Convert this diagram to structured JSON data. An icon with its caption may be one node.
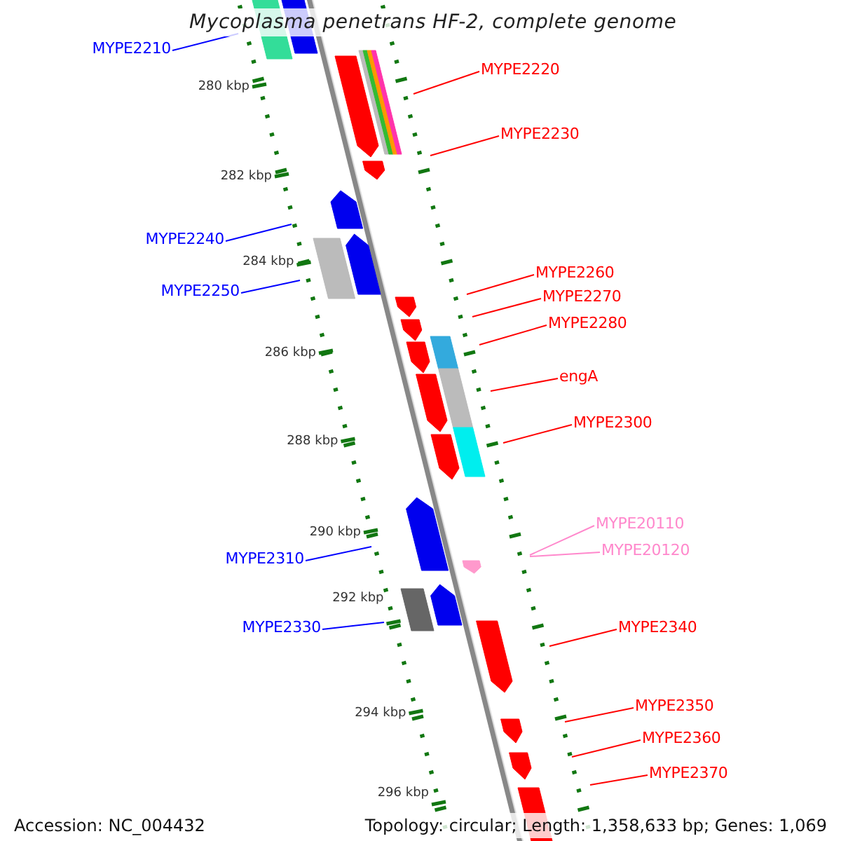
{
  "diagram": {
    "title": "Mycoplasma penetrans HF-2, complete genome",
    "nodes": [
      {
        "text": [
          "MYPE2210"
        ]
      },
      {
        "text": [
          "MYPE2220"
        ]
      },
      {
        "text": [
          "MYPE2230"
        ]
      },
      {
        "text": [
          "MYPE2240"
        ]
      },
      {
        "text": [
          "MYPE2250"
        ]
      },
      {
        "text": [
          "MYPE2260"
        ]
      },
      {
        "text": [
          "MYPE2270"
        ]
      },
      {
        "text": [
          "MYPE2280"
        ]
      },
      {
        "text": [
          "engA"
        ]
      },
      {
        "text": [
          "MYPE2300"
        ]
      },
      {
        "text": [
          "MYPE20110"
        ]
      },
      {
        "text": [
          "MYPE20120"
        ]
      },
      {
        "text": [
          "MYPE2310"
        ]
      },
      {
        "text": [
          "MYPE2330"
        ]
      },
      {
        "text": [
          "MYPE2340"
        ]
      },
      {
        "text": [
          "MYPE2350"
        ]
      },
      {
        "text": [
          "MYPE2360"
        ]
      },
      {
        "text": [
          "MYPE2370"
        ]
      }
    ],
    "edges": [
      {
        "from": 0,
        "to": null,
        "arrow": "none",
        "color": "#0000ff"
      },
      {
        "from": 1,
        "to": null,
        "arrow": "none"
      },
      {
        "from": 2,
        "to": null,
        "arrow": "none"
      },
      {
        "from": 3,
        "to": null,
        "arrow": "none",
        "color": "#0000ff"
      },
      {
        "from": 4,
        "to": null,
        "arrow": "none",
        "color": "#0000ff"
      },
      {
        "from": 5,
        "to": null,
        "arrow": "none"
      },
      {
        "from": 6,
        "to": null,
        "arrow": "none"
      },
      {
        "from": 7,
        "to": null,
        "arrow": "none"
      },
      {
        "from": 8,
        "to": null,
        "arrow": "none"
      },
      {
        "from": 9,
        "to": null,
        "arrow": "none"
      },
      {
        "from": 10,
        "to": null,
        "arrow": "none",
        "color": "#ff88cc"
      },
      {
        "from": 11,
        "to": null,
        "arrow": "none",
        "color": "#ff88cc"
      },
      {
        "from": 12,
        "to": null,
        "arrow": "none",
        "color": "#0000ff"
      },
      {
        "from": 13,
        "to": null,
        "arrow": "none",
        "color": "#0000ff"
      },
      {
        "from": 14,
        "to": null,
        "arrow": "none"
      },
      {
        "from": 15,
        "to": null,
        "arrow": "none"
      },
      {
        "from": 16,
        "to": null,
        "arrow": "none"
      },
      {
        "from": 17,
        "to": null,
        "arrow": "none"
      }
    ],
    "labels": [
      "280 kbp",
      "282 kbp",
      "284 kbp",
      "286 kbp",
      "288 kbp",
      "290 kbp",
      "292 kbp",
      "294 kbp",
      "296 kbp",
      "Accession: NC_004432",
      "Topology: circular; Length: 1,358,633 bp; Genes: 1,069"
    ]
  }
}
